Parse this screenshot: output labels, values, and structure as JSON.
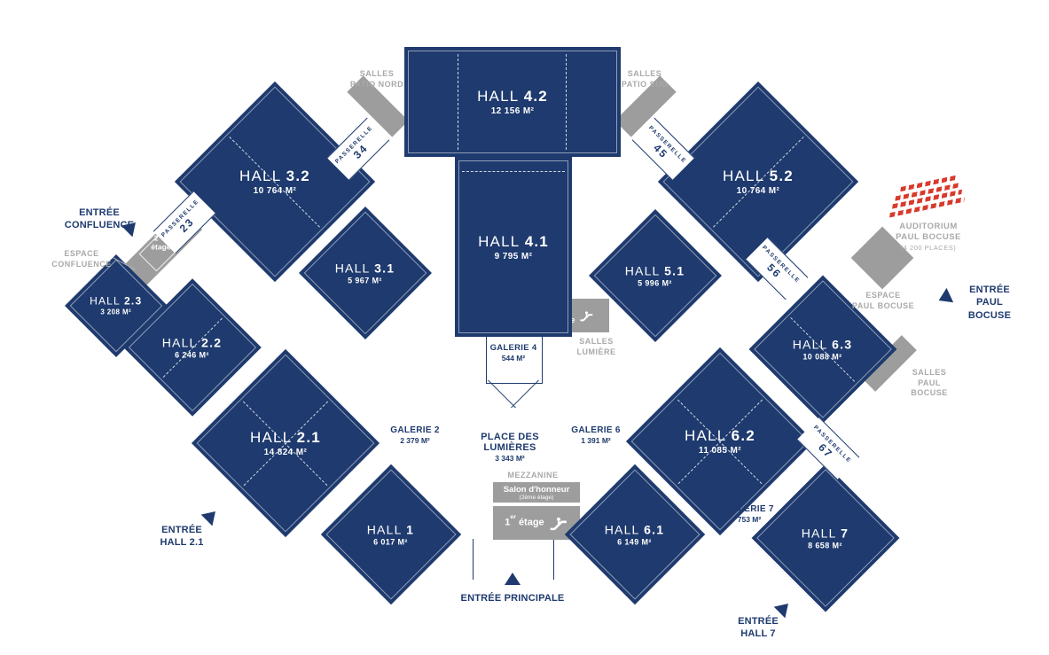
{
  "colors": {
    "navy": "#1e3a6e",
    "gray_fill": "#9d9d9d",
    "gray_text": "#a9a9a9",
    "red": "#d9392b",
    "white": "#ffffff"
  },
  "halls": [
    {
      "name": "HALL",
      "number": "3.2",
      "area": "10 764 M²"
    },
    {
      "name": "HALL",
      "number": "3.1",
      "area": "5 967 M²"
    },
    {
      "name": "HALL",
      "number": "2.3",
      "area": "3 208 M²"
    },
    {
      "name": "HALL",
      "number": "2.2",
      "area": "6 246 M²"
    },
    {
      "name": "HALL",
      "number": "2.1",
      "area": "14 824 M²"
    },
    {
      "name": "HALL",
      "number": "1",
      "area": "6 017 M²"
    },
    {
      "name": "HALL",
      "number": "4.2",
      "area": "12 156 M²"
    },
    {
      "name": "HALL",
      "number": "4.1",
      "area": "9 795 M²"
    },
    {
      "name": "HALL",
      "number": "5.2",
      "area": "10 764 M²"
    },
    {
      "name": "HALL",
      "number": "5.1",
      "area": "5 996 M²"
    },
    {
      "name": "HALL",
      "number": "6.3",
      "area": "10 088 M²"
    },
    {
      "name": "HALL",
      "number": "6.2",
      "area": "11 085 M²"
    },
    {
      "name": "HALL",
      "number": "6.1",
      "area": "6 149 M²"
    },
    {
      "name": "HALL",
      "number": "7",
      "area": "8 658 M²"
    }
  ],
  "galleries": [
    {
      "name": "GALERIE 2",
      "area": "2 379 M²"
    },
    {
      "name": "GALERIE 4",
      "area": "544 M²"
    },
    {
      "name": "GALERIE 6",
      "area": "1 391 M²"
    },
    {
      "name": "GALERIE 7",
      "area": "753 M²"
    }
  ],
  "place_des_lumieres": {
    "line1": "PLACE DES",
    "line2": "LUMIÈRES",
    "area": "3 343 M²"
  },
  "passerelles": [
    {
      "word": "PASSERELLE",
      "number": "23"
    },
    {
      "word": "PASSERELLE",
      "number": "34"
    },
    {
      "word": "PASSERELLE",
      "number": "45"
    },
    {
      "word": "PASSERELLE",
      "number": "56"
    },
    {
      "word": "PASSERELLE",
      "number": "67"
    }
  ],
  "areas": {
    "salles_patio_nord": {
      "line1": "SALLES",
      "line2": "PATIO NORD"
    },
    "salles_patio_sud": {
      "line1": "SALLES",
      "line2": "PATIO SUD"
    },
    "espace_confluence": {
      "line1": "ESPACE",
      "line2": "CONFLUENCE"
    },
    "salles_lumiere": {
      "line1": "SALLES",
      "line2": "LUMIÈRE"
    },
    "espace_paul_bocuse": {
      "line1": "ESPACE",
      "line2": "PAUL BOCUSE"
    },
    "salles_paul_bocuse": {
      "line1": "SALLES",
      "line2": "PAUL",
      "line3": "BOCUSE"
    },
    "auditorium": {
      "line1": "AUDITORIUM",
      "line2": "PAUL BOCUSE",
      "line3": "(4 200 PLACES)"
    },
    "mezzanine": "MEZZANINE",
    "salon_honneur": {
      "line1": "Salon d'honneur",
      "line2": "(2ème étage)"
    }
  },
  "floor_tags": {
    "first_floor": {
      "num": "1",
      "sup": "er",
      "word": "étage"
    },
    "second_floor": {
      "num": "2",
      "sup": "ème",
      "word": "étage"
    }
  },
  "entrances": [
    {
      "line1": "ENTRÉE",
      "line2": "CONFLUENCE"
    },
    {
      "line1": "ENTRÉE",
      "line2": "HALL 2.1"
    },
    {
      "line1": "ENTRÉE PRINCIPALE"
    },
    {
      "line1": "ENTRÉE",
      "line2": "HALL 7"
    },
    {
      "line1": "ENTRÉE",
      "line2": "PAUL",
      "line3": "BOCUSE"
    }
  ]
}
